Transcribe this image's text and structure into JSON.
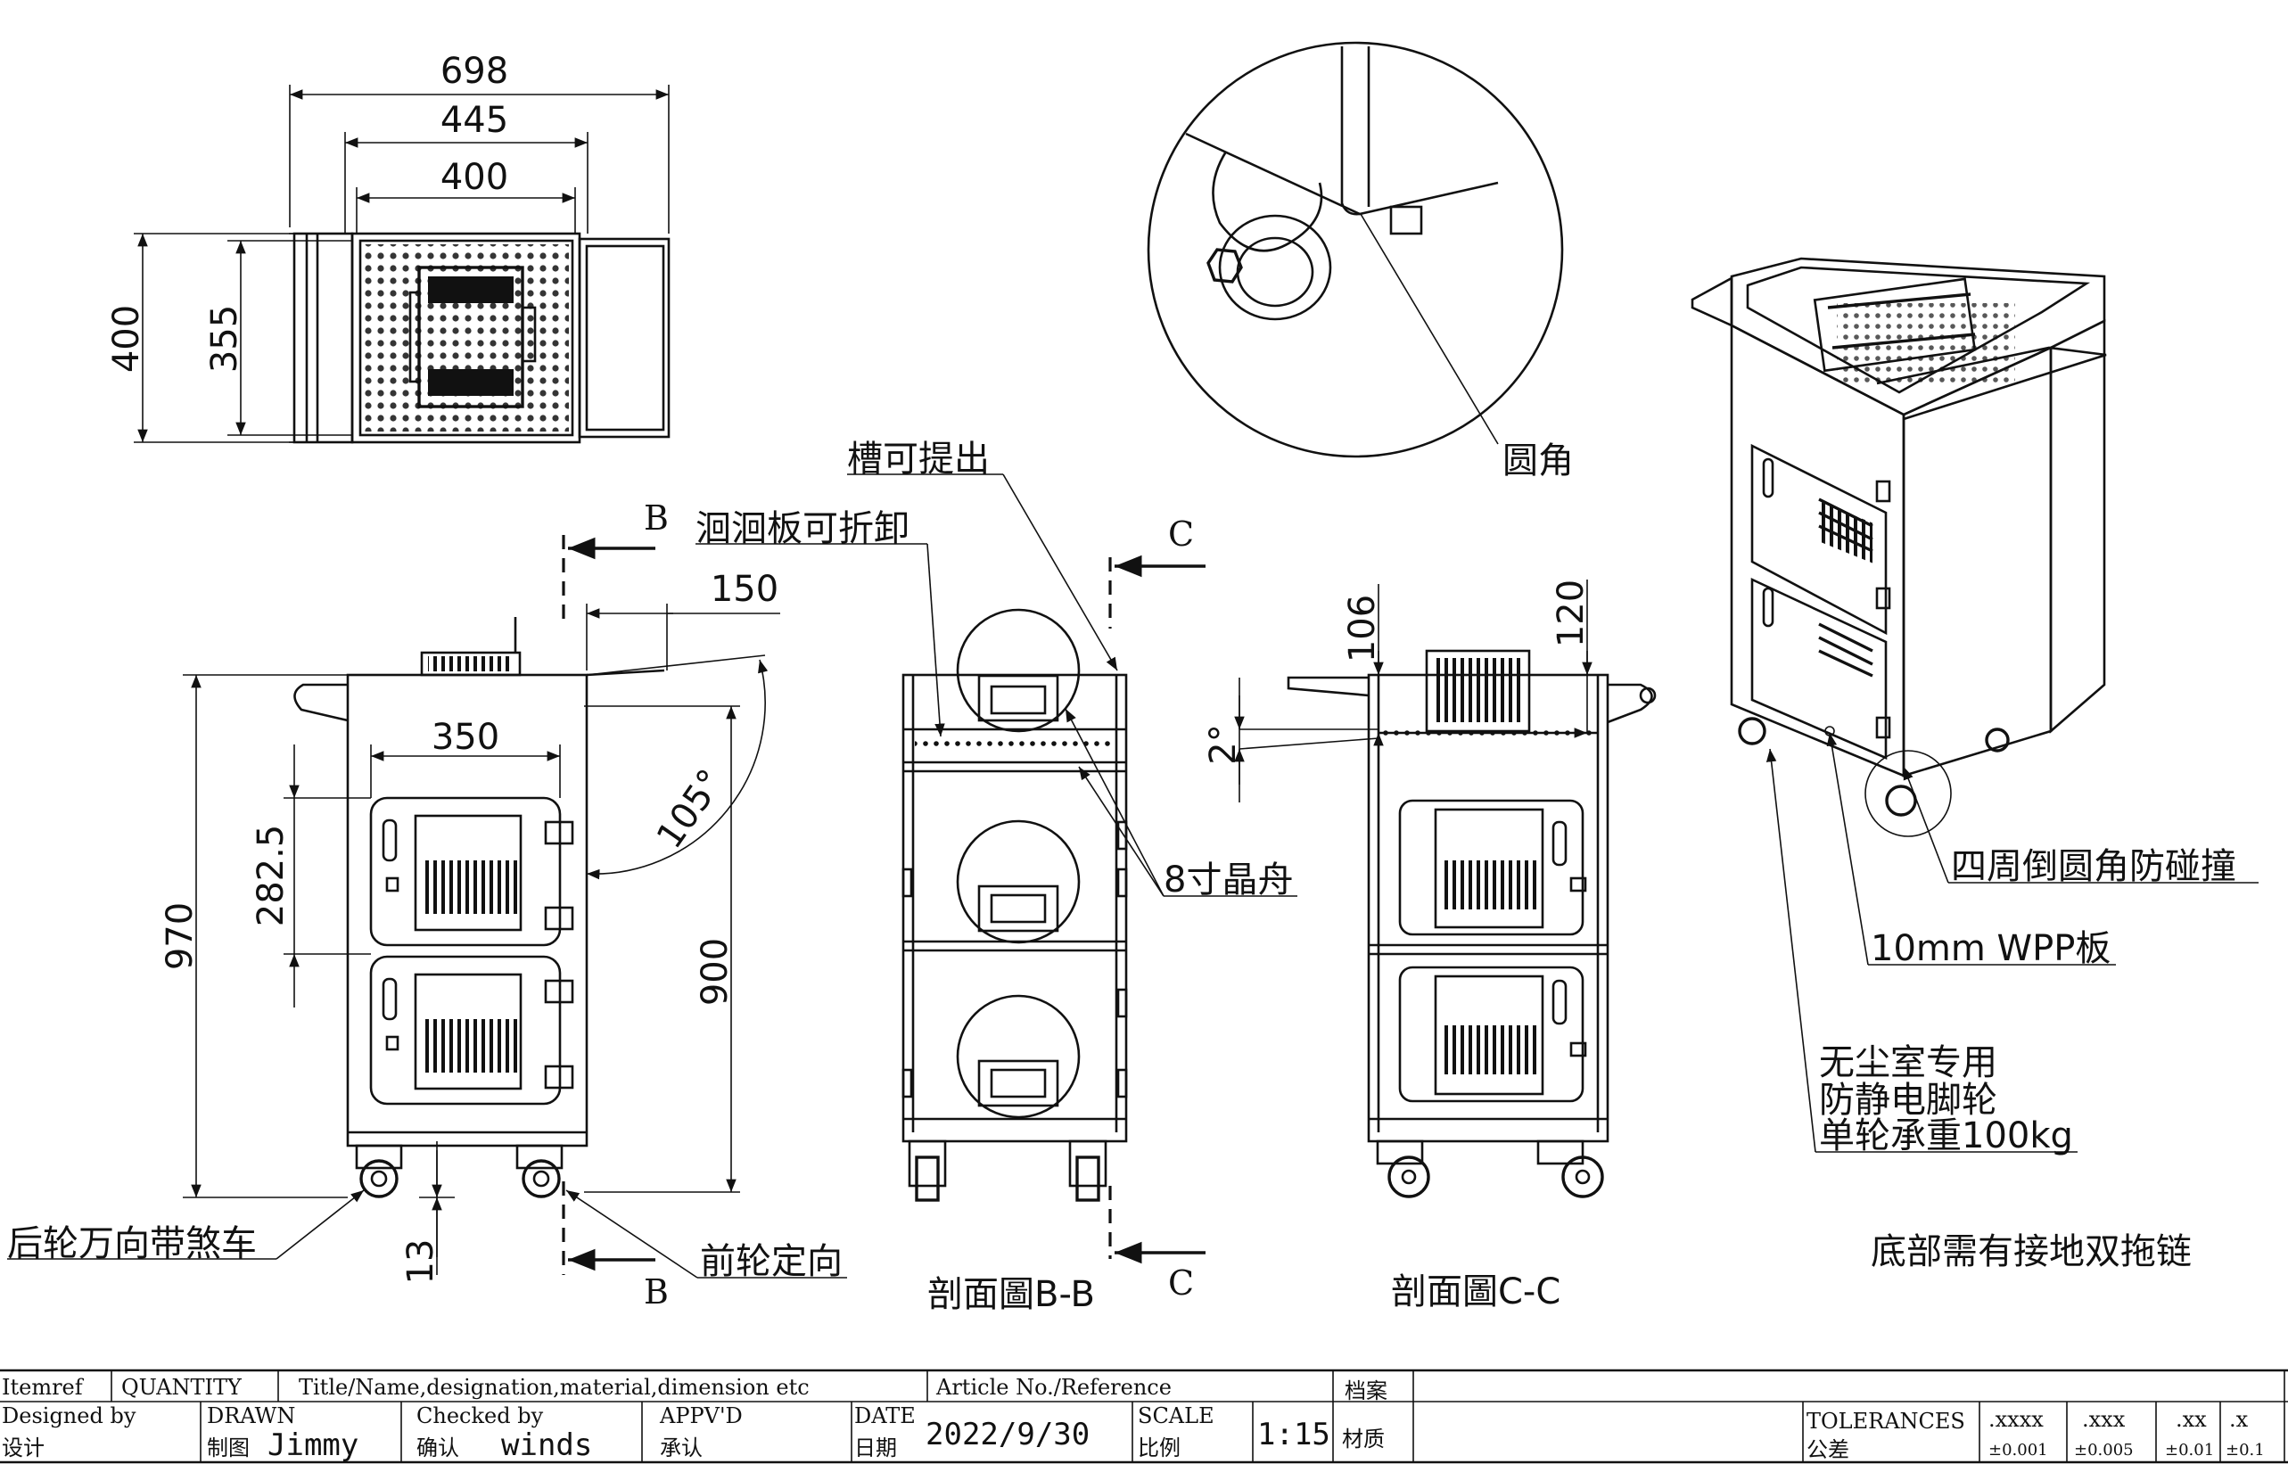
{
  "top_view": {
    "dims": {
      "overall_width": "698",
      "mid_width": "445",
      "inner_width": "400",
      "depth": "400",
      "inner_depth": "355"
    }
  },
  "front_view": {
    "dims": {
      "overall_height": "970",
      "body_height": "900",
      "door_height": "282.5",
      "door_width": "350",
      "wheel_offset": "13",
      "shelf_width": "150",
      "lid_angle": "105°"
    }
  },
  "section_marks": {
    "b_top": "B",
    "b_bottom": "B",
    "c_top": "C",
    "c_bottom": "C"
  },
  "section_cc": {
    "dims": {
      "height_106": "106",
      "height_120": "120",
      "angle": "2°"
    }
  },
  "labels": {
    "slot_removable": "槽可提出",
    "perforated_plate": "洄洄板可折卸",
    "rear_wheel": "后轮万向带煞车",
    "front_wheel": "前轮定向",
    "wafer_boat": "8寸晶舟",
    "round_corner": "圆角",
    "rounded_bumper": "四周倒圆角防碰撞",
    "wpp_board": "10mm WPP板",
    "caster_line1": "无尘室专用",
    "caster_line2": "防静电脚轮",
    "caster_line3": "单轮承重100kg",
    "ground_chain": "底部需有接地双拖链",
    "section_bb": "剖面圖B-B",
    "section_cc": "剖面圖C-C"
  },
  "title_block": {
    "itemref": "Itemref",
    "quantity": "QUANTITY",
    "title_name": "Title/Name,designation,material,dimension etc",
    "article_no": "Article No./Reference",
    "archive": "档案",
    "designed_by": "Designed by",
    "designed_cn": "设计",
    "drawn": "DRAWN",
    "drawn_cn": "制图",
    "drawn_value": "Jimmy",
    "checked_by": "Checked by",
    "checked_cn": "确认",
    "checked_value": "winds",
    "appvd": "APPV'D",
    "appvd_cn": "承认",
    "date": "DATE",
    "date_cn": "日期",
    "date_value": "2022/9/30",
    "scale": "SCALE",
    "scale_cn": "比例",
    "scale_value": "1:15",
    "material_cn": "材质",
    "tolerances": "TOLERANCES",
    "tolerances_cn": "公差",
    "tol_xxxx": ".xxxx",
    "tol_xxxx_val": "±0.001",
    "tol_xxx": ".xxx",
    "tol_xxx_val": "±0.005",
    "tol_xx": ".xx",
    "tol_xx_val": "±0.01",
    "tol_x": ".x",
    "tol_x_val": "±0.1"
  }
}
